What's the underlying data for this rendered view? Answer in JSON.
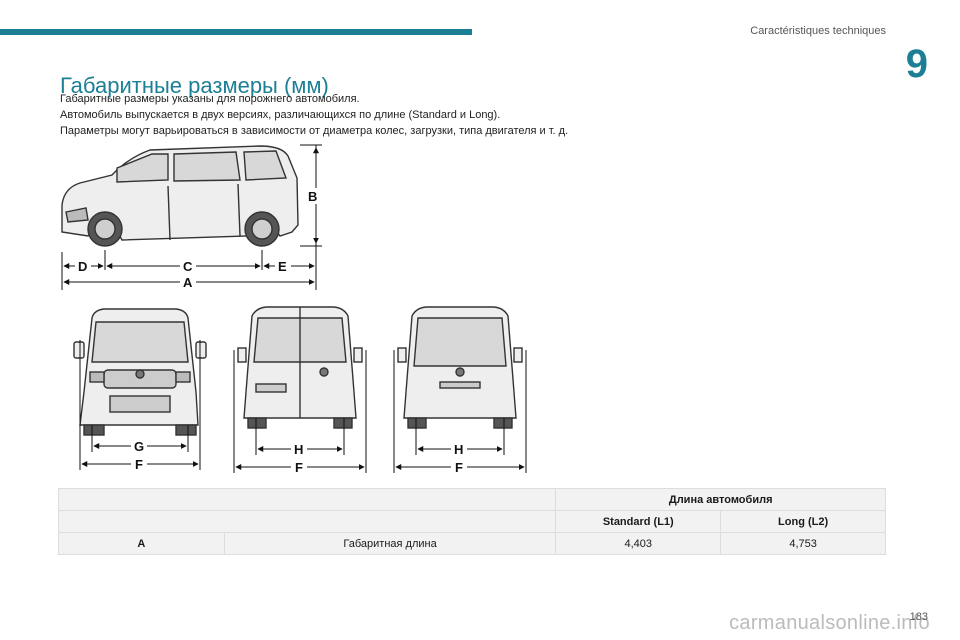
{
  "header": {
    "section_title": "Caractéristiques techniques",
    "chapter_number": "9"
  },
  "page": {
    "title": "Габаритные размеры (мм)",
    "intro": [
      "Габаритные размеры указаны для порожнего автомобиля.",
      "Автомобиль выпускается в двух версиях, различающихся по длине (Standard и Long).",
      "Параметры могут варьироваться в зависимости от диаметра колес, загрузки, типа двигателя и т. д."
    ]
  },
  "diagram_labels": {
    "A": "A",
    "B": "B",
    "C": "C",
    "D": "D",
    "E": "E",
    "F": "F",
    "G": "G",
    "H": "H"
  },
  "table": {
    "group_header": "Длина автомобиля",
    "col_standard": "Standard (L1)",
    "col_long": "Long (L2)",
    "rows": [
      {
        "code": "A",
        "label": "Габаритная длина",
        "standard": "4,403",
        "long": "4,753"
      }
    ]
  },
  "footer": {
    "page_number": "183",
    "watermark": "carmanualsonline.info"
  },
  "colors": {
    "accent": "#1c7f96"
  }
}
